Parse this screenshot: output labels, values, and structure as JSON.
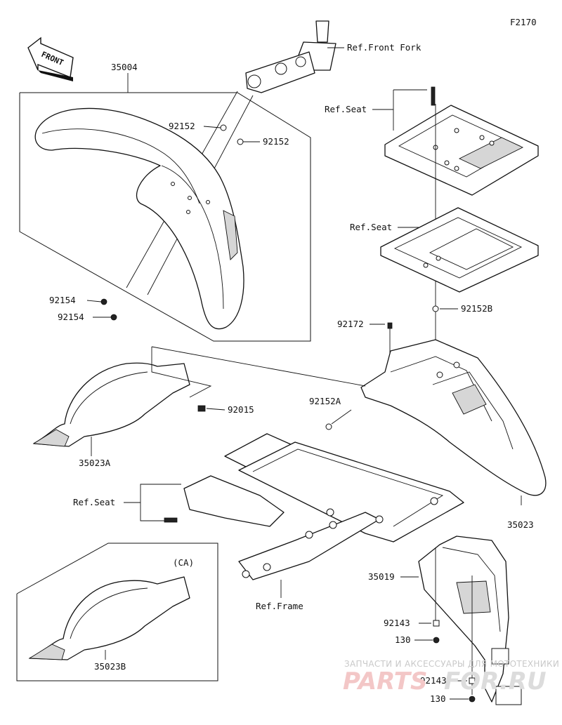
{
  "figure_code": "F2170",
  "front_arrow_label": "FRONT",
  "labels": {
    "ref_front_fork": "Ref.Front Fork",
    "part_35004": "35004",
    "part_92152_a": "92152",
    "part_92152_b": "92152",
    "part_92154_a": "92154",
    "part_92154_b": "92154",
    "ref_seat_top": "Ref.Seat",
    "ref_seat_mid": "Ref.Seat",
    "part_92152B": "92152B",
    "part_92172": "92172",
    "part_92015": "92015",
    "part_35023A": "35023A",
    "part_92152A": "92152A",
    "ref_seat_left": "Ref.Seat",
    "part_35023": "35023",
    "part_35019": "35019",
    "ref_frame": "Ref.Frame",
    "variant_ca": "(CA)",
    "part_92143_a": "92143",
    "part_130_a": "130",
    "part_35023B": "35023B",
    "part_92143_b": "92143",
    "part_130_b": "130"
  },
  "watermark": {
    "line1": "ЗАПЧАСТИ И АКСЕССУАРЫ ДЛЯ МОТОТЕХНИКИ",
    "brand_left": "PARTS",
    "brand_right": "FOR.RU"
  },
  "colors": {
    "ink": "#111111",
    "background": "#ffffff",
    "watermark_red": "#f3c7c7",
    "watermark_grey": "#dcdcdc"
  }
}
